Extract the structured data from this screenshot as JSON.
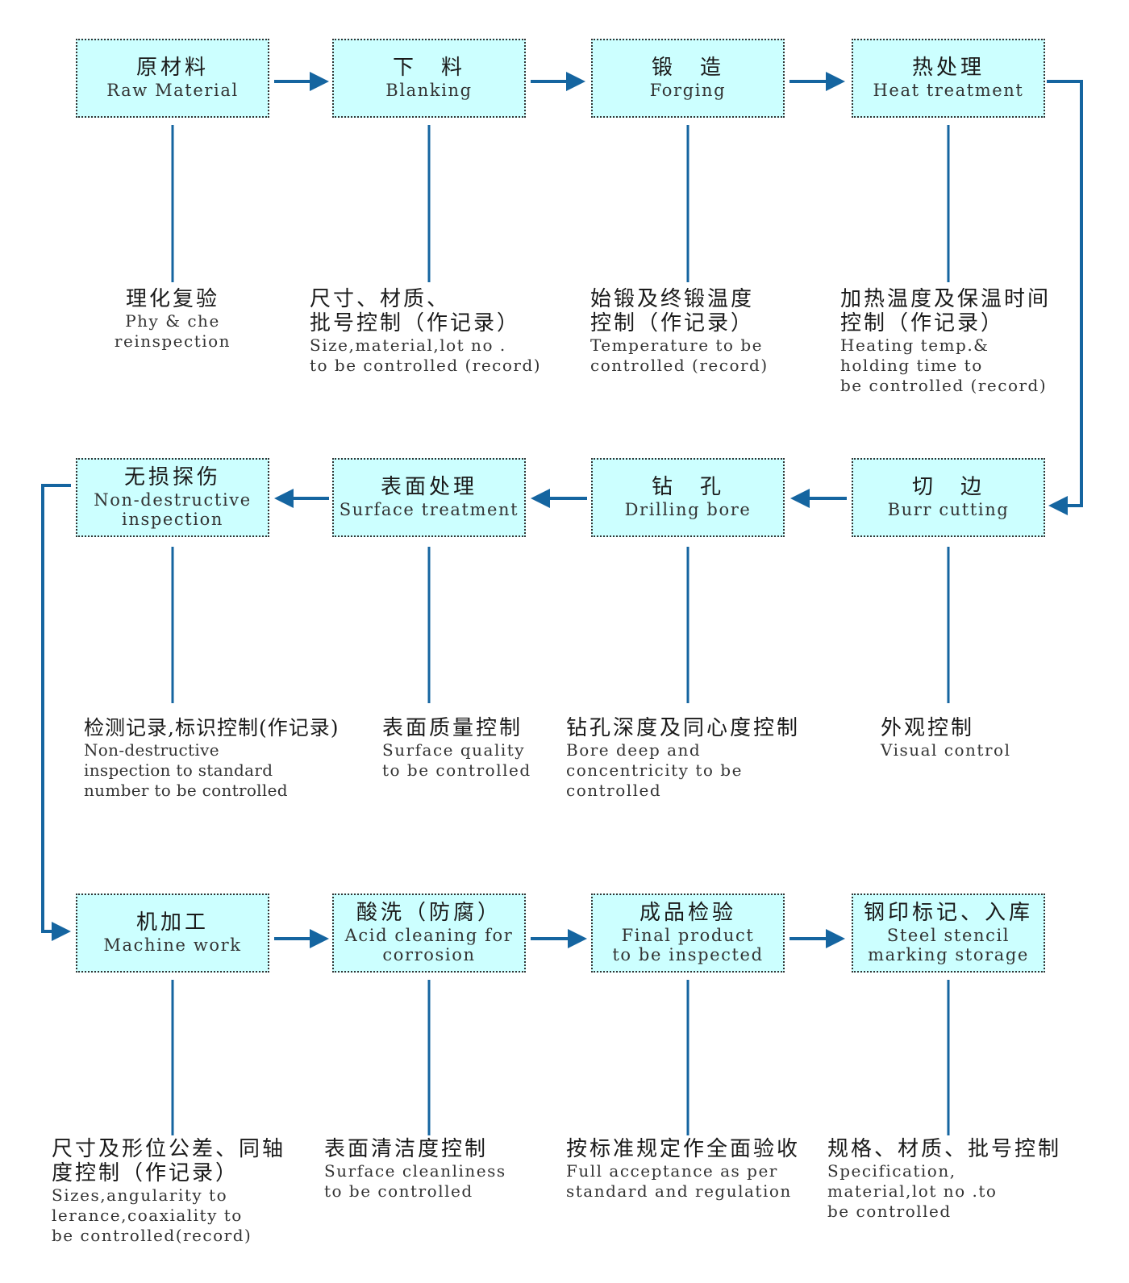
{
  "colors": {
    "box_fill": "#ccffff",
    "arrow": "#1565a0",
    "connector": "#1565a0"
  },
  "steps": [
    {
      "zh": "原材料",
      "en": "Raw Material"
    },
    {
      "zh": "下　料",
      "en": "Blanking"
    },
    {
      "zh": "锻　造",
      "en": "Forging"
    },
    {
      "zh": "热处理",
      "en": "Heat treatment"
    },
    {
      "zh": "切　边",
      "en": "Burr cutting"
    },
    {
      "zh": "钻　孔",
      "en": "Drilling bore"
    },
    {
      "zh": "表面处理",
      "en": "Surface treatment"
    },
    {
      "zh": "无损探伤",
      "en": "Non-destructive\ninspection"
    },
    {
      "zh": "机加工",
      "en": "Machine work"
    },
    {
      "zh": "酸洗（防腐）",
      "en": "Acid cleaning for\ncorrosion"
    },
    {
      "zh": "成品检验",
      "en": "Final product\nto be inspected"
    },
    {
      "zh": "钢印标记、入库",
      "en": "Steel stencil\nmarking storage"
    }
  ],
  "notes": [
    {
      "zh": "理化复验",
      "en": "Phy & che\nreinspection"
    },
    {
      "zh": "尺寸、材质、\n批号控制（作记录）",
      "en": "Size,material,lot no .\nto be controlled (record)"
    },
    {
      "zh": "始锻及终锻温度\n控制（作记录）",
      "en": "Temperature to be\n controlled (record)"
    },
    {
      "zh": "加热温度及保温时间\n控制（作记录）",
      "en": "Heating temp.&\nholding time to\nbe controlled (record)"
    },
    {
      "zh": "外观控制",
      "en": "Visual control"
    },
    {
      "zh": "钻孔深度及同心度控制",
      "en": "Bore deep and\nconcentricity to be\ncontrolled"
    },
    {
      "zh": "表面质量控制",
      "en": "Surface quality\nto be controlled"
    },
    {
      "zh": "检测记录,标识控制(作记录)",
      "en": "Non-destructive\ninspection to standard\nnumber to be controlled"
    },
    {
      "zh": "尺寸及形位公差、同轴\n度控制（作记录）",
      "en": "Sizes,angularity to\nlerance,coaxiality to\nbe controlled(record)"
    },
    {
      "zh": "表面清洁度控制",
      "en": "Surface cleanliness\nto be controlled"
    },
    {
      "zh": "按标准规定作全面验收",
      "en": "Full acceptance as per\nstandard and regulation"
    },
    {
      "zh": "规格、材质、批号控制",
      "en": "Specification,\nmaterial,lot no .to\nbe controlled"
    }
  ]
}
